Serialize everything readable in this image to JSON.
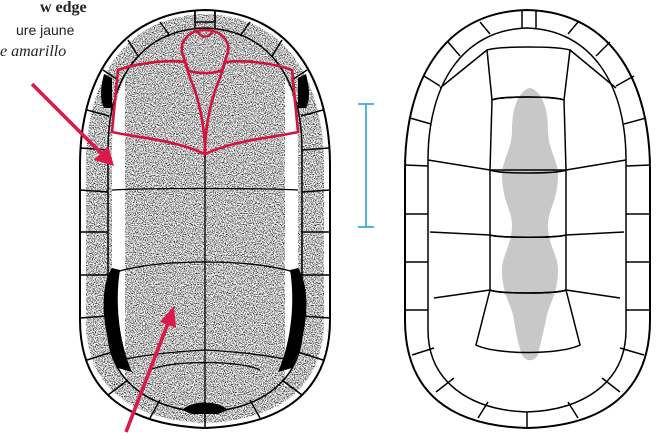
{
  "label": {
    "english": "w edge",
    "french": "ure jaune",
    "spanish": "e amarillo"
  },
  "colors": {
    "outline": "#000000",
    "highlight": "#d4143c",
    "arrow": "#dc1a4a",
    "scale_bar": "#2aa3d6",
    "stipple": "#7a7a7a",
    "stripe": "#c8c8c8"
  },
  "icons": {
    "arrow": "arrow-icon",
    "scale": "scale-bar-icon"
  }
}
